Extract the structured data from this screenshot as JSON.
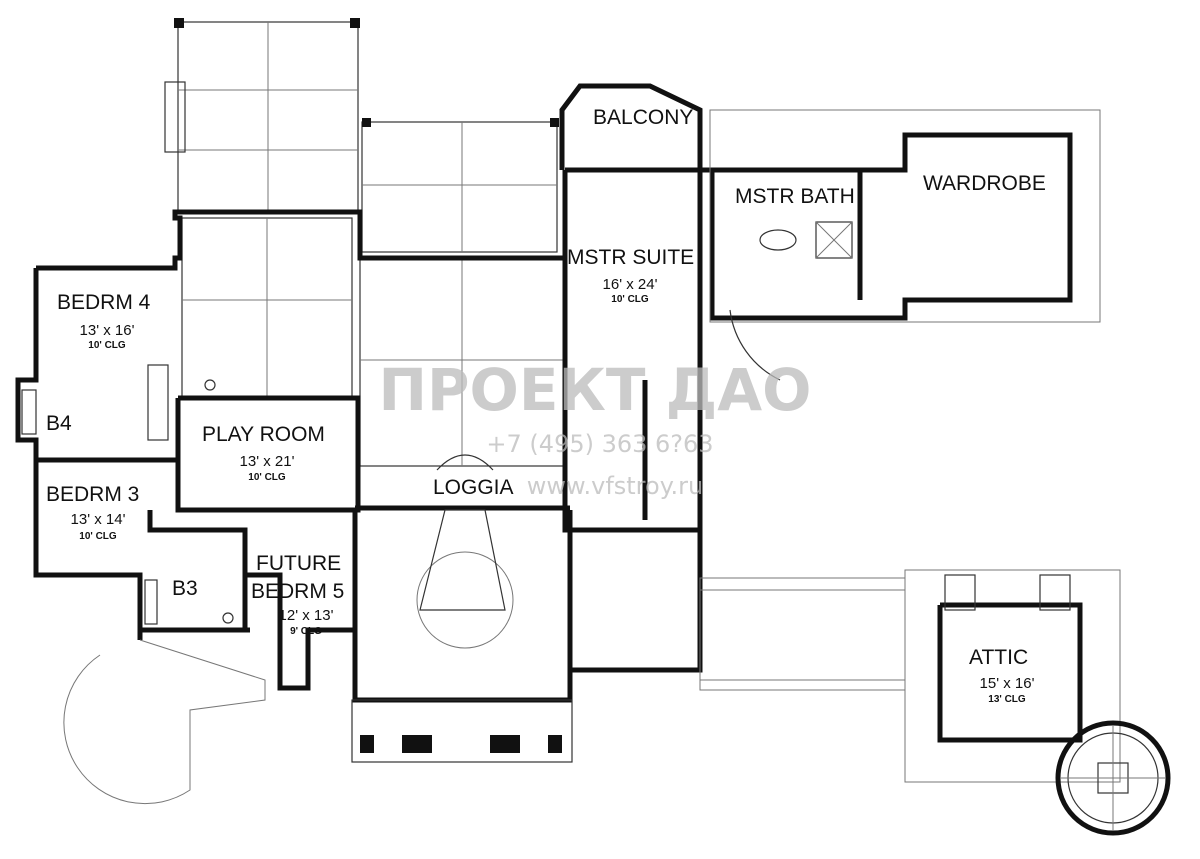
{
  "rooms": {
    "balcony": {
      "name": "BALCONY"
    },
    "mstr_bath": {
      "name": "MSTR BATH"
    },
    "wardrobe": {
      "name": "WARDROBE"
    },
    "mstr_suite": {
      "name": "MSTR SUITE",
      "size": "16' x 24'",
      "clg": "10' CLG"
    },
    "bedrm4": {
      "name": "BEDRM 4",
      "size": "13' x 16'",
      "clg": "10' CLG"
    },
    "b4": {
      "name": "B4"
    },
    "play_room": {
      "name": "PLAY ROOM",
      "size": "13' x 21'",
      "clg": "10' CLG"
    },
    "loggia": {
      "name": "LOGGIA"
    },
    "bedrm3": {
      "name": "BEDRM 3",
      "size": "13' x 14'",
      "clg": "10' CLG"
    },
    "b3": {
      "name": "B3"
    },
    "future_bedrm5": {
      "name_line1": "FUTURE",
      "name_line2": "BEDRM 5",
      "size": "12' x 13'",
      "clg": "9' CLG"
    },
    "attic": {
      "name": "ATTIC",
      "size": "15' x 16'",
      "clg": "13' CLG"
    }
  },
  "watermark": {
    "logo": "ПРОЕКТ ДАО",
    "phone": "+7 (495) 363 6?63",
    "url": "www.vfstroy.ru"
  }
}
